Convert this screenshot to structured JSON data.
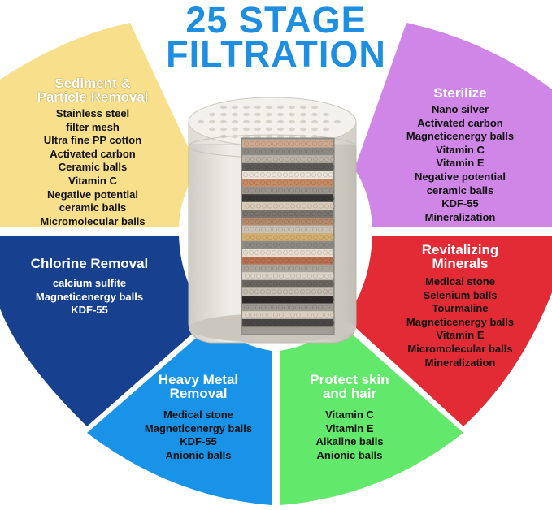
{
  "title": {
    "line1": "25 STAGE",
    "line2": "FILTRATION"
  },
  "colors": {
    "title": "#1e8fe0",
    "sediment": "#f7df8c",
    "sterilize": "#cf86e6",
    "chlorine": "#17418f",
    "minerals": "#e32b35",
    "heavy_metal": "#1893e8",
    "skin_hair": "#62e86a"
  },
  "segments": {
    "sediment": {
      "heading_line1": "Sediment &",
      "heading_line2": "Particle Removal",
      "items": [
        "Stainless steel",
        "filter mesh",
        "Ultra fine PP cotton",
        "Activated carbon",
        "Ceramic balls",
        "Vitamin C",
        "Negative potential",
        "ceramic balls",
        "Micromolecular balls"
      ]
    },
    "sterilize": {
      "heading_line1": "Sterilize",
      "items": [
        "Nano silver",
        "Activated carbon",
        "Magneticenergy balls",
        "Vitamin C",
        "Vitamin E",
        "Negative potential",
        "ceramic balls",
        "KDF-55",
        "Mineralization"
      ]
    },
    "chlorine": {
      "heading_line1": "Chlorine Removal",
      "items": [
        "calcium sulfite",
        "Magneticenergy balls",
        "KDF-55"
      ]
    },
    "minerals": {
      "heading_line1": "Revitalizing",
      "heading_line2": "Minerals",
      "items": [
        "Medical stone",
        "Selenium balls",
        "Tourmaline",
        "Magneticenergy balls",
        "Vitamin E",
        "Micromolecular balls",
        "Mineralization"
      ]
    },
    "heavy_metal": {
      "heading_line1": "Heavy Metal",
      "heading_line2": "Removal",
      "items": [
        "Medical stone",
        "Magneticenergy balls",
        "KDF-55",
        "Anionic balls"
      ]
    },
    "skin_hair": {
      "heading_line1": "Protect skin",
      "heading_line2": "and hair",
      "items": [
        "Vitamin C",
        "Vitamin E",
        "Alkaline balls",
        "Anionic balls"
      ]
    }
  }
}
